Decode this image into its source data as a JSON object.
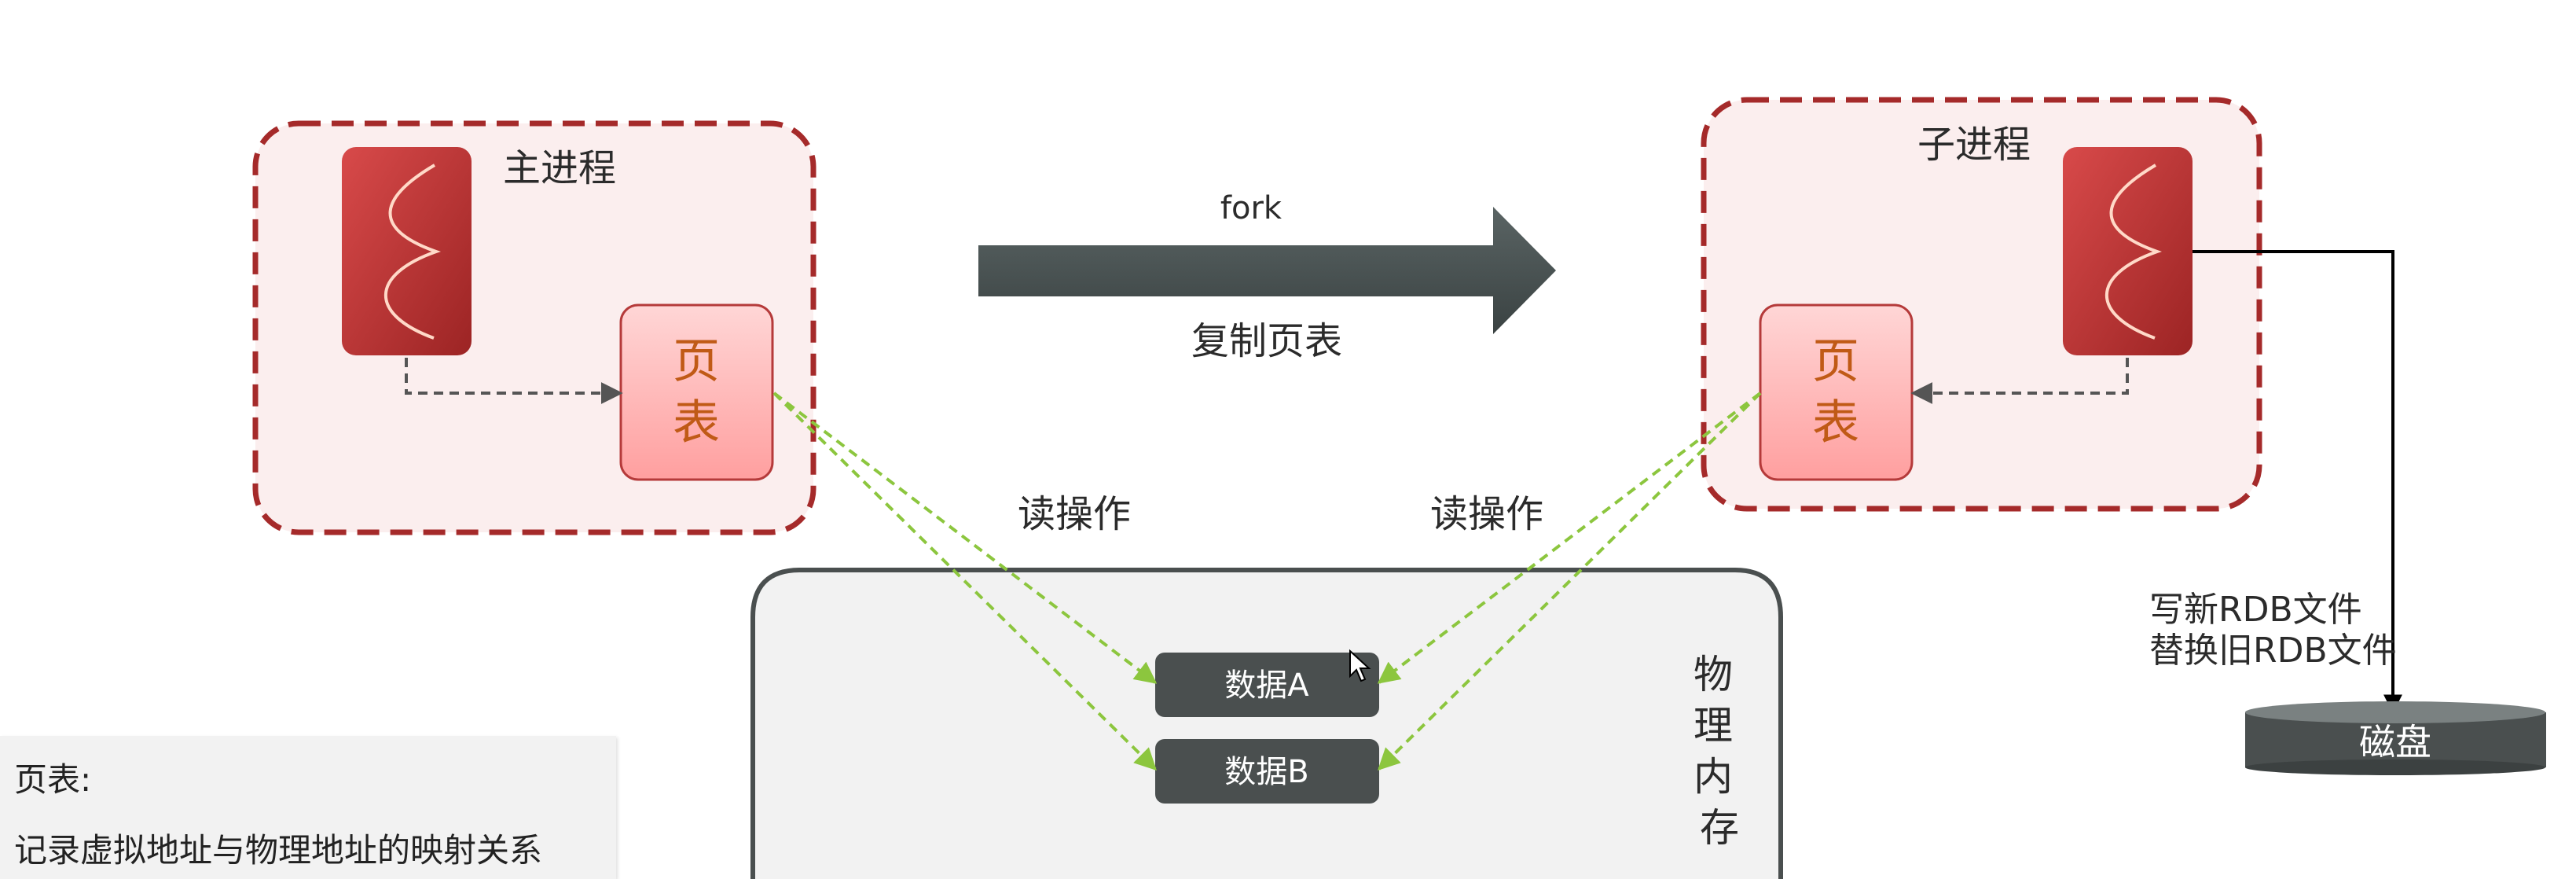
{
  "main_process": {
    "label": "主进程",
    "page_table": "页表"
  },
  "child_process": {
    "label": "子进程",
    "page_table": "页表"
  },
  "fork_arrow": {
    "top_label": "fork",
    "bottom_label": "复制页表"
  },
  "read_labels": {
    "left": "读操作",
    "right": "读操作"
  },
  "physical_memory": {
    "label": "物理内存",
    "data_a": "数据A",
    "data_b": "数据B"
  },
  "disk": {
    "label": "磁盘",
    "write_line1": "写新RDB文件",
    "write_line2": "替换旧RDB文件"
  },
  "note": {
    "title": "页表:",
    "body": "记录虚拟地址与物理地址的映射关系"
  },
  "colors": {
    "process_border": "#a52a2a",
    "process_fill": "#fbeeee",
    "thread_red": "#b32d2d",
    "page_table_fill": "#ffb3b3",
    "page_table_text": "#c05a16",
    "arrow_gray": "#434c4c",
    "green_dashed": "#8cc63e",
    "data_box": "#4a4f4f",
    "memory_fill": "#f2f2f2"
  }
}
